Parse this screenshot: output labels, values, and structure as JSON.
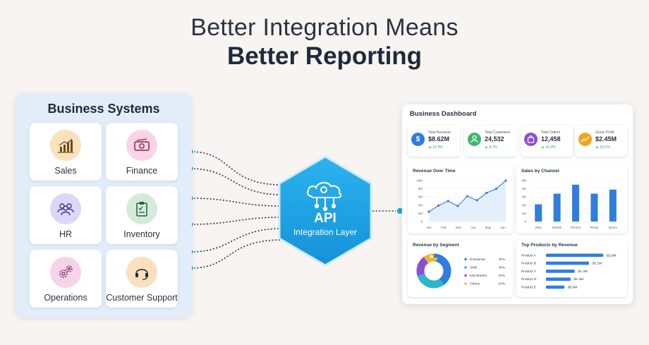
{
  "header": {
    "line1": "Better Integration Means",
    "line2": "Better Reporting"
  },
  "business_systems": {
    "title": "Business Systems",
    "items": [
      {
        "label": "Sales",
        "icon": "bar-chart-icon",
        "color": "#fbe2bd"
      },
      {
        "label": "Finance",
        "icon": "money-icon",
        "color": "#fbd3e6"
      },
      {
        "label": "HR",
        "icon": "people-icon",
        "color": "#dcd6f8"
      },
      {
        "label": "Inventory",
        "icon": "clipboard-icon",
        "color": "#d3ecd9"
      },
      {
        "label": "Operations",
        "icon": "gears-icon",
        "color": "#f7d3ea"
      },
      {
        "label": "Customer Support",
        "icon": "headset-icon",
        "color": "#fbe0bf"
      }
    ]
  },
  "api": {
    "title": "API",
    "subtitle": "Integration Layer",
    "icon": "cloud-network-icon",
    "color": "#1aa6e6"
  },
  "dashboard": {
    "title": "Business Dashboard",
    "kpis": [
      {
        "label": "Total Revenue",
        "value": "$8.62M",
        "delta": "▲ 12.4%",
        "icon": "dollar-icon",
        "color": "#2f7de1"
      },
      {
        "label": "Total Customers",
        "value": "24,532",
        "delta": "▲ 8.7%",
        "icon": "users-icon",
        "color": "#3fb66a"
      },
      {
        "label": "Total Orders",
        "value": "12,458",
        "delta": "▲ 15.3%",
        "icon": "bag-icon",
        "color": "#8a4fd8"
      },
      {
        "label": "Gross Profit",
        "value": "$2.45M",
        "delta": "▲ 10.1%",
        "icon": "trend-icon",
        "color": "#f3a521"
      }
    ],
    "revenue_over_time": {
      "title": "Revenue Over Time",
      "y_ticks": [
        "10M",
        "8M",
        "6M",
        "4M",
        "2M",
        "0"
      ],
      "x_ticks": [
        "Jan",
        "Feb",
        "Mar",
        "Apr",
        "May",
        "Jun"
      ]
    },
    "sales_by_channel": {
      "title": "Sales by Channel",
      "y_ticks": [
        "5M",
        "4M",
        "3M",
        "2M",
        "1M",
        "0"
      ],
      "x_ticks": [
        "Web",
        "Mobile",
        "Partner",
        "Retail",
        "Direct"
      ]
    },
    "revenue_by_segment": {
      "title": "Revenue by Segment",
      "segments": [
        {
          "name": "Enterprise",
          "pct": "40%",
          "color": "#2f7de1"
        },
        {
          "name": "SMB",
          "pct": "30%",
          "color": "#2bb6c9"
        },
        {
          "name": "Mid-Market",
          "pct": "20%",
          "color": "#8a4fd8"
        },
        {
          "name": "Others",
          "pct": "10%",
          "color": "#f3b429"
        }
      ]
    },
    "top_products": {
      "title": "Top Products by Revenue",
      "products": [
        {
          "name": "Product A",
          "value": "$2.8M"
        },
        {
          "name": "Product B",
          "value": "$2.1M"
        },
        {
          "name": "Product C",
          "value": "$1.4M"
        },
        {
          "name": "Product D",
          "value": "$1.2M"
        },
        {
          "name": "Product E",
          "value": "$0.9M"
        }
      ]
    }
  },
  "chart_data": [
    {
      "type": "line",
      "title": "Revenue Over Time",
      "x": [
        "Jan",
        "Feb",
        "Mar",
        "Apr",
        "May",
        "Jun"
      ],
      "series": [
        {
          "values": [
            2.4,
            3.9,
            5.0,
            3.8,
            6.2,
            5.2,
            7.0,
            8.0,
            10.0
          ]
        }
      ],
      "ylim": [
        0,
        10
      ],
      "grid": true
    },
    {
      "type": "bar",
      "title": "Sales by Channel",
      "categories": [
        "Web",
        "Mobile",
        "Partner",
        "Retail",
        "Direct"
      ],
      "values": [
        2.1,
        3.4,
        4.5,
        3.4,
        3.9
      ],
      "ylim": [
        0,
        5
      ],
      "grid": true
    },
    {
      "type": "pie",
      "title": "Revenue by Segment",
      "categories": [
        "Enterprise",
        "SMB",
        "Mid-Market",
        "Others"
      ],
      "values": [
        40,
        30,
        20,
        10
      ]
    },
    {
      "type": "bar",
      "title": "Top Products by Revenue",
      "categories": [
        "Product A",
        "Product B",
        "Product C",
        "Product D",
        "Product E"
      ],
      "values": [
        2.8,
        2.1,
        1.4,
        1.2,
        0.9
      ],
      "xlim": [
        0,
        3
      ]
    }
  ]
}
